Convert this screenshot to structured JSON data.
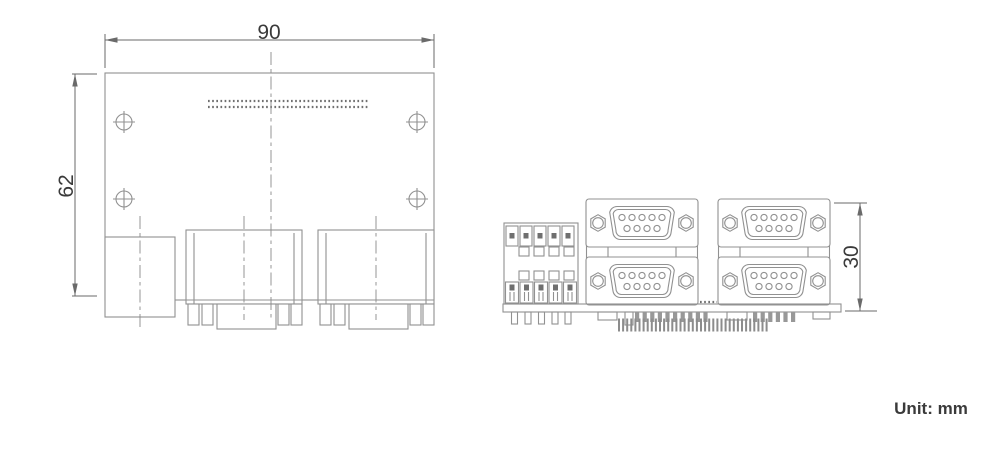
{
  "drawing": {
    "type": "technical-drawing",
    "views": {
      "top": {
        "label_width": "90",
        "label_height": "62"
      },
      "front": {
        "label_height": "30"
      }
    },
    "unit_note": "Unit: mm"
  },
  "colors": {
    "background": "#ffffff",
    "outline": "#919191",
    "detail": "#6f6f6f",
    "centerline": "#8a8a8a",
    "dimension_line": "#6a6a6a",
    "label_text": "#3a3a3a"
  }
}
